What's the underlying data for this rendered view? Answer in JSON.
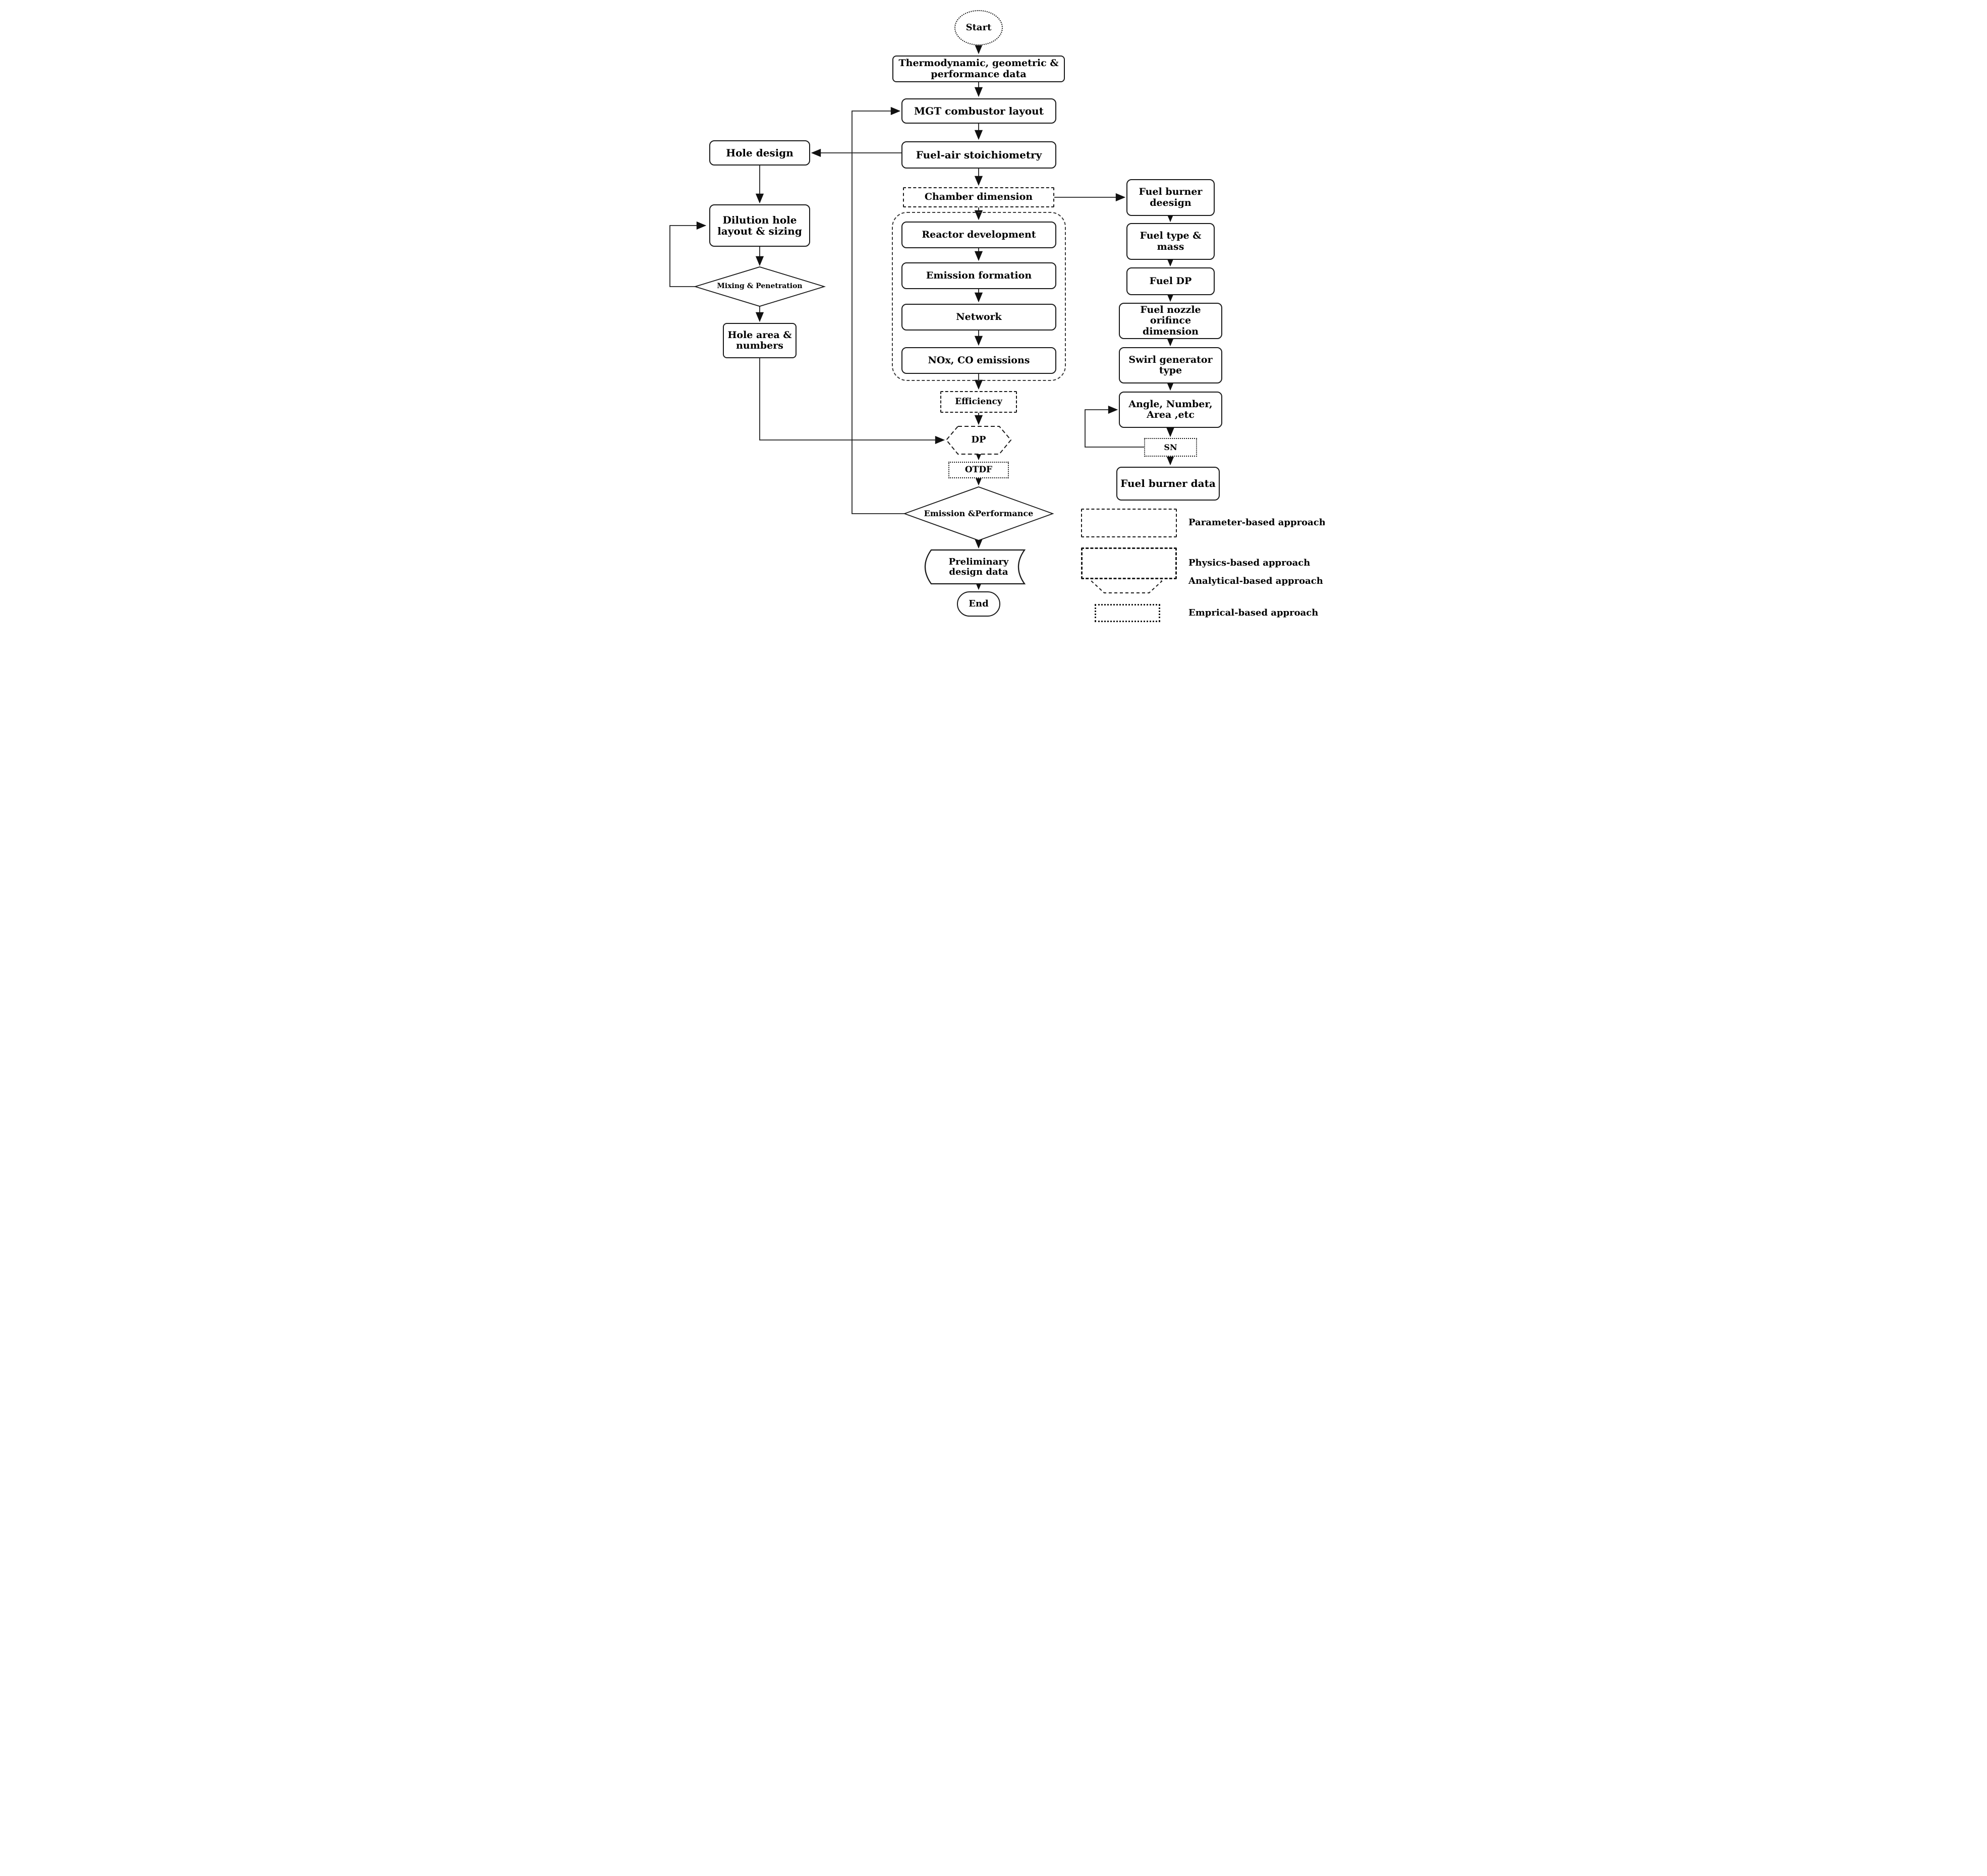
{
  "diagram": {
    "nodes": {
      "start": "Start",
      "thermo_data": "Thermodynamic, geometric & performance data",
      "mgt_layout": "MGT combustor layout",
      "fuel_air": "Fuel-air stoichiometry",
      "chamber_dimension": "Chamber dimension",
      "reactor_development": "Reactor development",
      "emission_formation": "Emission formation",
      "network": "Network",
      "nox_co_emissions": "NOx, CO emissions",
      "efficiency": "Efficiency",
      "dp": "DP",
      "otdf": "OTDF",
      "emission_performance": "Emission &Performance",
      "preliminary_design_data": "Preliminary design data",
      "end": "End",
      "hole_design": "Hole design",
      "dilution_hole": "Dilution hole layout & sizing",
      "mixing_penetration": "Mixing & Penetration",
      "hole_area": "Hole area & numbers",
      "fuel_burner_design": "Fuel burner deesign",
      "fuel_type_mass": "Fuel type & mass",
      "fuel_dp": "Fuel DP",
      "fuel_nozzle_orifice": "Fuel nozzle orifince dimension",
      "swirl_generator": "Swirl generator type",
      "angle_number_area": "Angle, Number, Area ,etc",
      "sn": "SN",
      "fuel_burner_data": "Fuel burner data"
    },
    "legend": {
      "items": [
        {
          "label": "Parameter-based approach"
        },
        {
          "label": "Physics-based approach"
        },
        {
          "label": "Analytical-based approach"
        },
        {
          "label": "Emprical-based approach"
        }
      ]
    }
  }
}
